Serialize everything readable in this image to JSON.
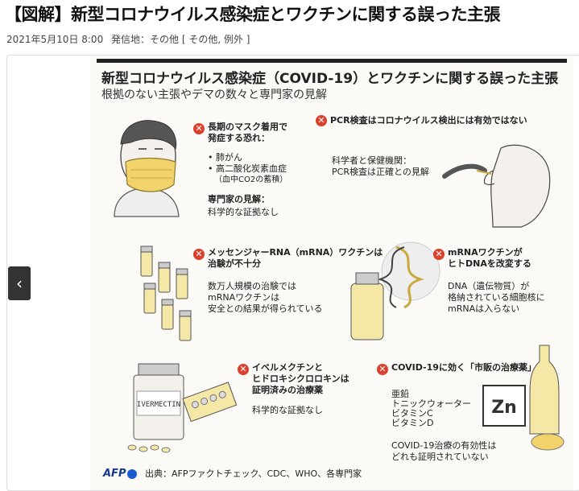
{
  "page": {
    "title": "【図解】新型コロナウイルス感染症とワクチンに関する誤った主張",
    "date": "2021年5月10日 8:00",
    "origin": "発信地：その他 [ その他, 例外 ]"
  },
  "graphic": {
    "title": "新型コロナウイルス感染症（COVID-19）とワクチンに関する誤った主張",
    "subtitle": "根拠のない主張やデマの数々と専門家の見解",
    "mask": {
      "claim1": "長期のマスク着用で",
      "claim2": "発症する恐れ：",
      "item1": "肺がん",
      "item2": "高二酸化炭素血症",
      "item3": "（血中CO2の蓄積）",
      "expert": "専門家の見解：",
      "view": "科学的な証拠なし"
    },
    "pcr": {
      "claim": "PCR検査はコロナウイルス検出には有効ではない",
      "view1": "科学者と保健機関：",
      "view2": "PCR検査は正確との見解"
    },
    "mrna_trial": {
      "claim1": "メッセンジャーRNA（mRNA）ワクチンは",
      "claim2": "治験が不十分",
      "view1": "数万人規模の治験では",
      "view2": "mRNAワクチンは",
      "view3": "安全との結果が得られている"
    },
    "mrna_dna": {
      "claim1": "mRNAワクチンが",
      "claim2": "ヒトDNAを改変する",
      "view1": "DNA（遺伝物質）が",
      "view2": "格納されている細胞核に",
      "view3": "mRNAは入らない"
    },
    "ivermectin": {
      "claim1": "イベルメクチンと",
      "claim2": "ヒドロキシクロロキンは",
      "claim3": "証明済みの治療薬",
      "view": "科学的な証拠なし",
      "bottle_label": "IVERMECTIN"
    },
    "otc": {
      "claim": "COVID-19に効く「市販の治療薬」",
      "item1": "亜鉛",
      "item2": "トニックウォーター",
      "item3": "ビタミンC",
      "item4": "ビタミンD",
      "view1": "COVID-19治療の有効性は",
      "view2": "どれも証明されていない",
      "zn_label": "Zn"
    },
    "footer": {
      "logo": "AFP",
      "source": "出典：AFPファクトチェック、CDC、WHO、各専門家"
    },
    "x_mark": "✕"
  },
  "icons": {
    "nav": "chevron-left-icon"
  },
  "colors": {
    "cross": "#d9412c",
    "mask": "#f2d36b",
    "vial": "#f5e7a6"
  }
}
